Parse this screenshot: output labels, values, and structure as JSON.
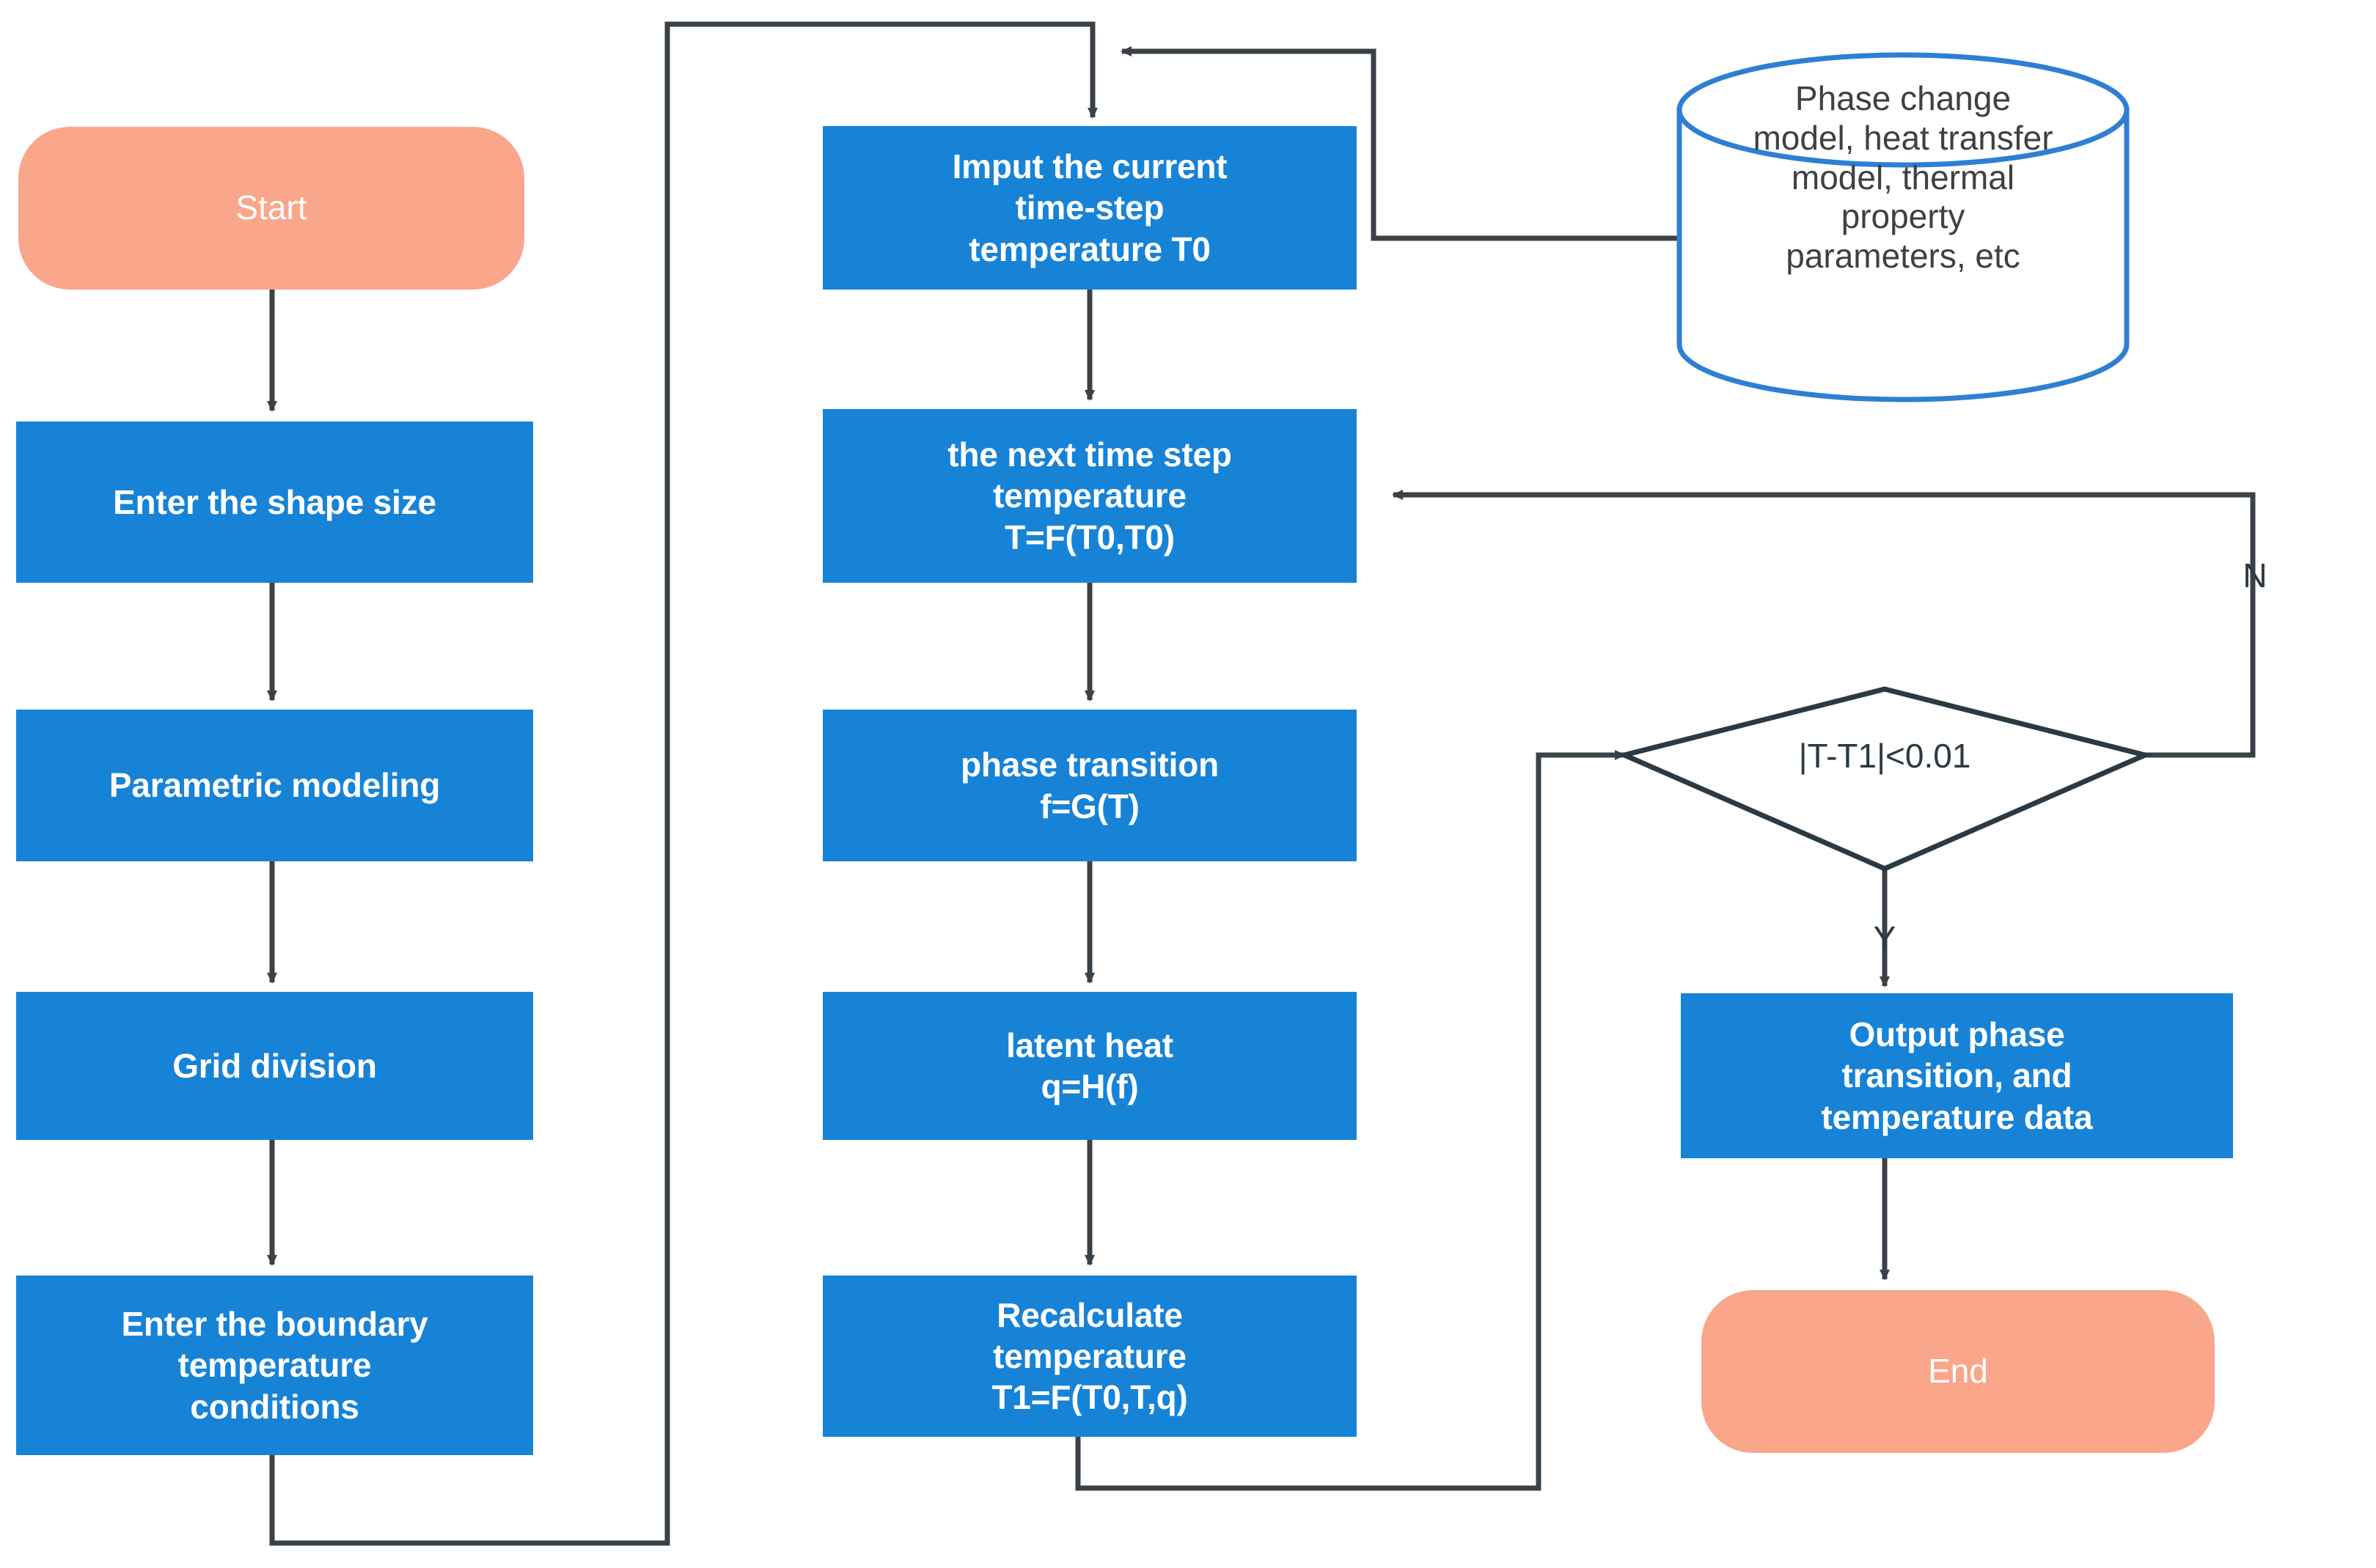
{
  "diagram": {
    "title": "Phase change heat transfer simulation flowchart",
    "colors": {
      "process_fill": "#1783D7",
      "terminator_fill": "#FAA68B",
      "database_stroke": "#2E7FD4",
      "line": "#3A4147",
      "decision_stroke": "#2b3a42",
      "text_on_process": "#ffffff",
      "text_dark": "#404040",
      "background": "#ffffff"
    },
    "nodes": {
      "start": {
        "label": "Start",
        "shape": "terminator"
      },
      "enter_shape_size": {
        "label": "Enter the shape size",
        "shape": "process"
      },
      "parametric_modeling": {
        "label": "Parametric modeling",
        "shape": "process"
      },
      "grid_division": {
        "label": "Grid division",
        "shape": "process"
      },
      "boundary_conditions": {
        "label": "Enter the boundary\ntemperature\nconditions",
        "shape": "process"
      },
      "input_current_t0": {
        "label": "Imput the current\ntime-step\ntemperature T0",
        "shape": "process"
      },
      "next_time_step": {
        "label": "the next time step\ntemperature\nT=F(T0,T0)",
        "shape": "process"
      },
      "phase_transition": {
        "label": "phase transition\nf=G(T)",
        "shape": "process"
      },
      "latent_heat": {
        "label": "latent heat\nq=H(f)",
        "shape": "process"
      },
      "recalculate_temperature": {
        "label": "Recalculate\ntemperature\nT1=F(T0,T,q)",
        "shape": "process"
      },
      "model_database": {
        "label": "Phase change\nmodel, heat transfer\nmodel, thermal\nproperty\nparameters, etc",
        "shape": "database"
      },
      "convergence_decision": {
        "label": "|T-T1|<0.01",
        "shape": "decision"
      },
      "output_data": {
        "label": "Output phase\ntransition, and\ntemperature data",
        "shape": "process"
      },
      "end": {
        "label": "End",
        "shape": "terminator"
      }
    },
    "edge_labels": {
      "decision_no": "N",
      "decision_yes": "Y"
    }
  }
}
